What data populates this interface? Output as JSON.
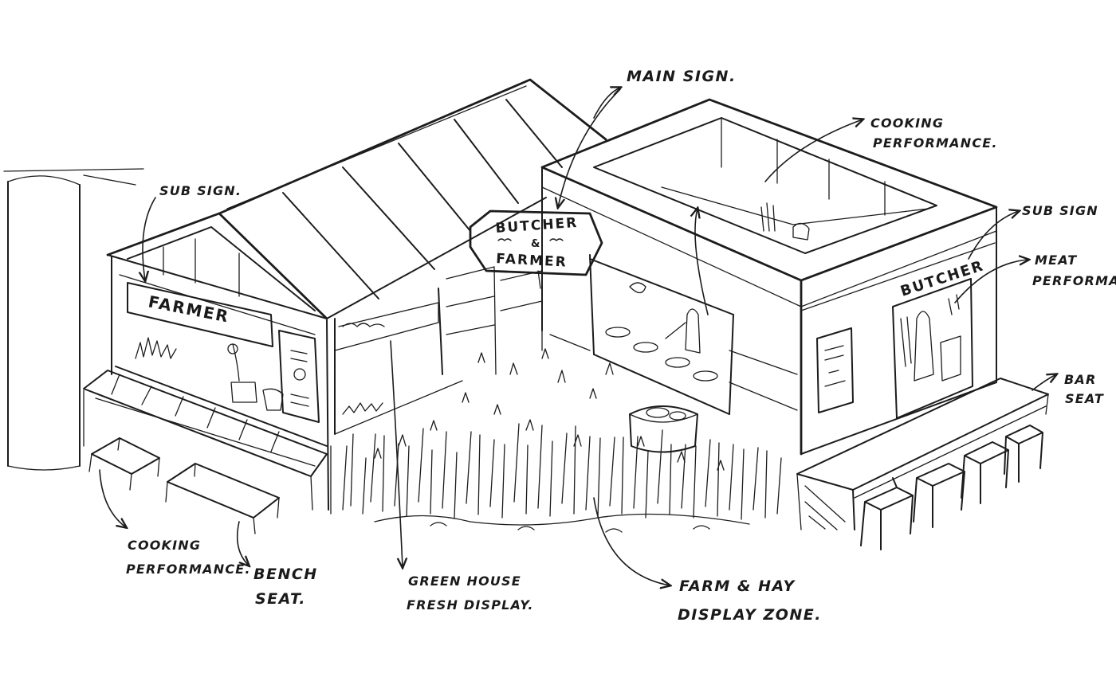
{
  "signage": {
    "main_sign_line1": "BUTCHER",
    "main_sign_line2": "&",
    "main_sign_line3": "FARMER",
    "farmer_sign": "FARMER",
    "butcher_sign": "BUTCHER"
  },
  "annotations": {
    "main_sign": "MAIN SIGN.",
    "sub_sign_left": "SUB SIGN.",
    "cooking_performance_top_1": "COOKING",
    "cooking_performance_top_2": "PERFORMANCE.",
    "sub_sign_right": "SUB SIGN",
    "meat_performance_1": "MEAT",
    "meat_performance_2": "PERFORMANCE",
    "bar_seat_1": "BAR",
    "bar_seat_2": "SEAT",
    "cooking_performance_bottom_1": "COOKING",
    "cooking_performance_bottom_2": "PERFORMANCE.",
    "bench_seat_1": "BENCH",
    "bench_seat_2": "SEAT.",
    "green_house_1": "GREEN HOUSE",
    "green_house_2": "FRESH DISPLAY.",
    "farm_hay_1": "FARM & HAY",
    "farm_hay_2": "DISPLAY ZONE."
  }
}
